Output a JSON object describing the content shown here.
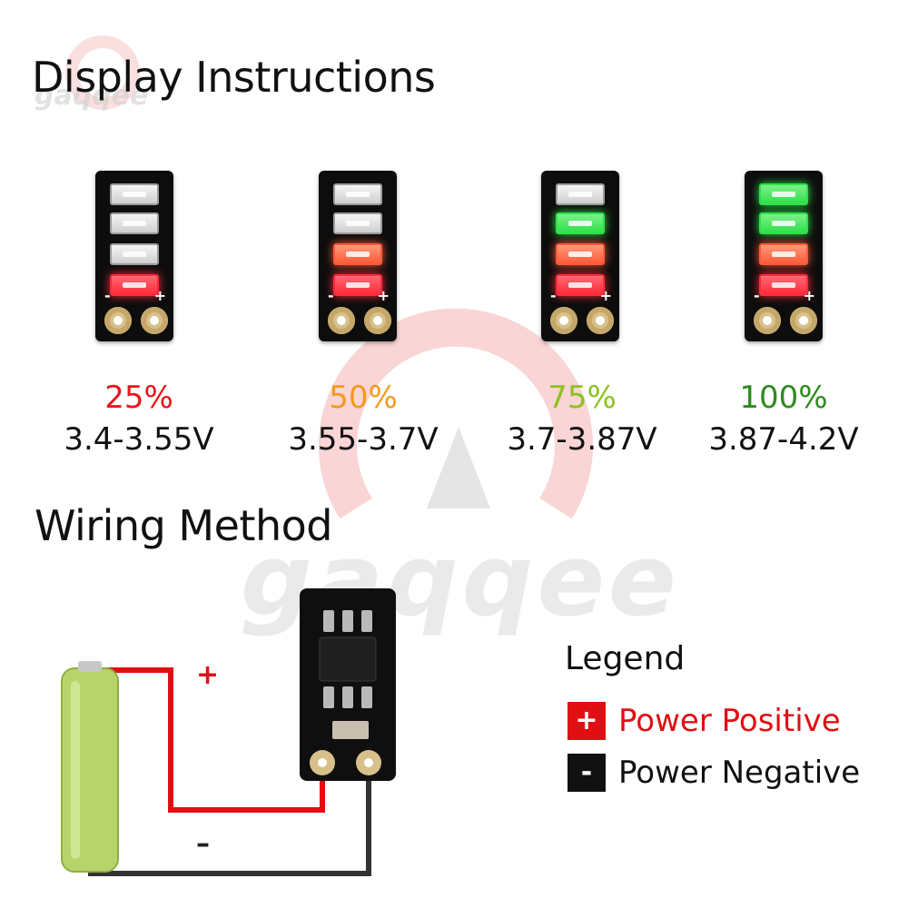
{
  "titles": {
    "display": "Display Instructions",
    "wiring": "Wiring Method"
  },
  "watermark": {
    "text": "gaqqee",
    "color": "#f2b6b6"
  },
  "levels": [
    {
      "percent": "25%",
      "voltage": "3.4-3.55V",
      "color": "#e8161b",
      "lit": [
        "off",
        "off",
        "off",
        "red"
      ]
    },
    {
      "percent": "50%",
      "voltage": "3.55-3.7V",
      "color": "#f39a1e",
      "lit": [
        "off",
        "off",
        "orange",
        "red"
      ]
    },
    {
      "percent": "75%",
      "voltage": "3.7-3.87V",
      "color": "#8cc21f",
      "lit": [
        "off",
        "green",
        "orange",
        "red"
      ]
    },
    {
      "percent": "100%",
      "voltage": "3.87-4.2V",
      "color": "#2e8b1f",
      "lit": [
        "green",
        "green",
        "orange",
        "red"
      ]
    }
  ],
  "board_marks": {
    "plus": "+",
    "minus": "-"
  },
  "wiring": {
    "plus_label": "+",
    "minus_label": "–",
    "positive_color": "#e10f14",
    "negative_color": "#222222",
    "battery_color": "#b6d46a"
  },
  "legend": {
    "title": "Legend",
    "positive": {
      "symbol": "+",
      "label": "Power Positive",
      "color": "#e10f14"
    },
    "negative": {
      "symbol": "-",
      "label": "Power Negative",
      "color": "#111111"
    }
  }
}
